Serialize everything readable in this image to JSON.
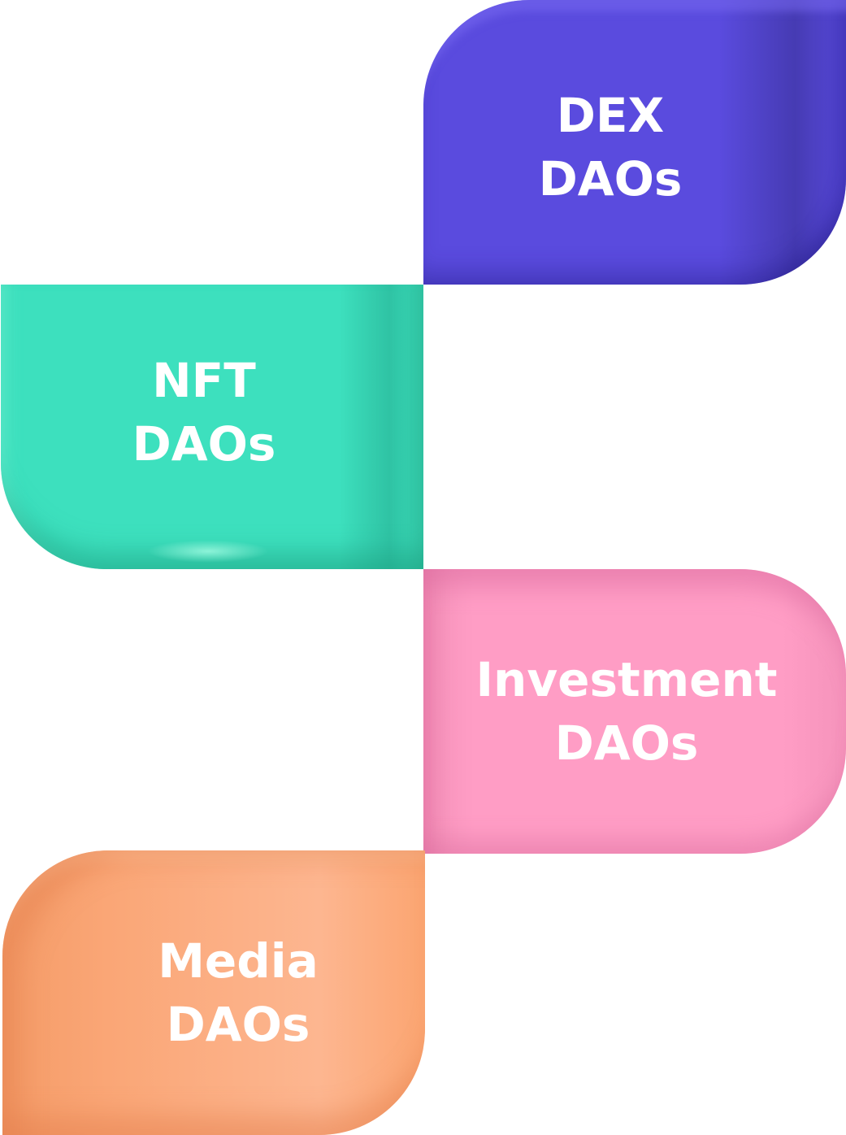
{
  "tiles": [
    {
      "line1": "DEX",
      "line2": "DAOs",
      "color": "#5a4bde"
    },
    {
      "line1": "NFT",
      "line2": "DAOs",
      "color": "#3de0be"
    },
    {
      "line1": "Investment",
      "line2": "DAOs",
      "color": "#ff9dc5"
    },
    {
      "line1": "Media",
      "line2": "DAOs",
      "color": "#faa676"
    }
  ]
}
